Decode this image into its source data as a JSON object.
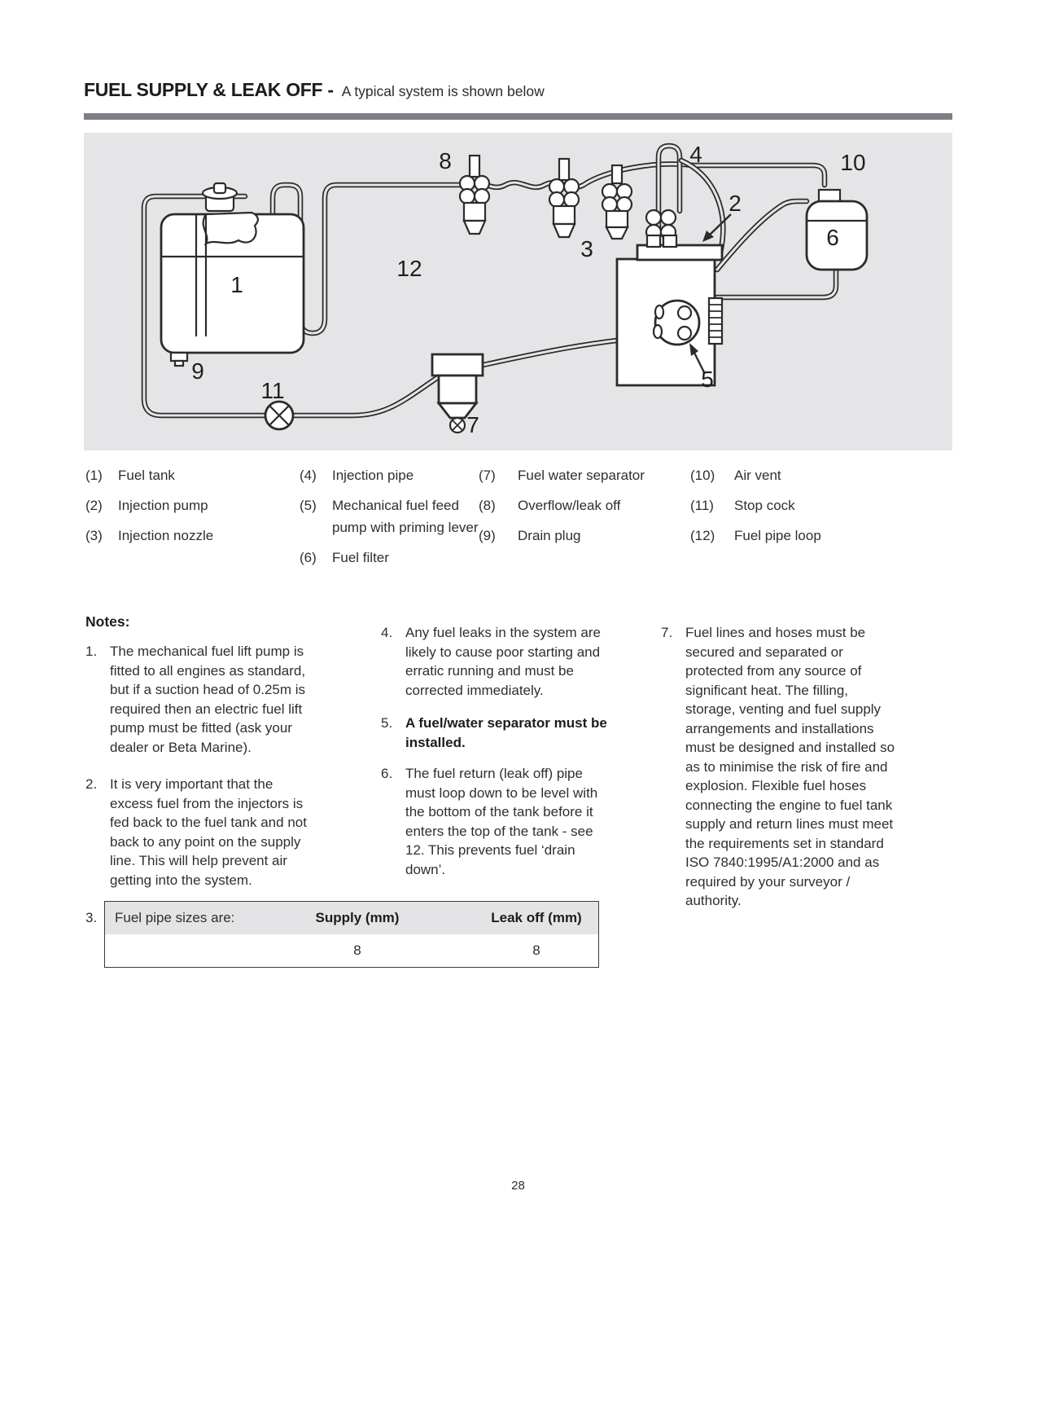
{
  "header": {
    "title": "FUEL SUPPLY & LEAK OFF -",
    "subtitle": "A typical system is shown below"
  },
  "diagram": {
    "part_labels": [
      "1",
      "2",
      "3",
      "4",
      "5",
      "6",
      "7",
      "8",
      "9",
      "10",
      "11",
      "12"
    ]
  },
  "legend": {
    "items": [
      {
        "num": "(1)",
        "label": "Fuel tank"
      },
      {
        "num": "(2)",
        "label": "Injection pump"
      },
      {
        "num": "(3)",
        "label": "Injection nozzle"
      },
      {
        "num": "(4)",
        "label": "Injection pipe"
      },
      {
        "num": "(5)",
        "label": "Mechanical fuel feed pump with priming lever"
      },
      {
        "num": "(6)",
        "label": "Fuel filter"
      },
      {
        "num": "(7)",
        "label": "Fuel water separator"
      },
      {
        "num": "(8)",
        "label": "Overflow/leak off"
      },
      {
        "num": "(9)",
        "label": "Drain plug"
      },
      {
        "num": "(10)",
        "label": "Air vent"
      },
      {
        "num": "(11)",
        "label": "Stop cock"
      },
      {
        "num": "(12)",
        "label": "Fuel pipe loop"
      }
    ]
  },
  "notes": {
    "heading": "Notes:",
    "items": [
      {
        "num": "1.",
        "text": "The mechanical fuel lift pump is fitted to all engines as standard, but if a suction head of 0.25m is required then an electric fuel lift pump must be fitted (ask your dealer or Beta Marine)."
      },
      {
        "num": "2.",
        "text": "It is very important that the excess fuel from the injectors is fed back to the fuel tank and not back to any point on the supply line. This will help prevent air getting into the system."
      },
      {
        "num": "3.",
        "text": "Fuel pipe sizes are:"
      },
      {
        "num": "4.",
        "text": "Any fuel leaks in the system are likely to cause poor starting and erratic running and must be corrected immediately."
      },
      {
        "num": "5.",
        "text": "A fuel/water separator must be installed."
      },
      {
        "num": "6.",
        "text": "The fuel return (leak off) pipe must loop down to be level with the bottom of the tank before it enters the top of the tank - see 12. This prevents fuel ‘drain down’."
      },
      {
        "num": "7.",
        "text": "Fuel lines and hoses must be secured and separated or protected from any source of significant heat. The filling, storage, venting and fuel supply arrangements and installations must be designed and installed so as to minimise the risk of fire and explosion. Flexible fuel hoses connecting the engine to fuel tank supply and return lines must meet the requirements set in standard ISO 7840:1995/A1:2000 and as required by your surveyor / authority."
      }
    ]
  },
  "pipe_table": {
    "row_label": "Fuel pipe sizes are:",
    "columns": [
      "Supply (mm)",
      "Leak off (mm)"
    ],
    "values": [
      "8",
      "8"
    ]
  },
  "footer": {
    "page_number": "28"
  }
}
